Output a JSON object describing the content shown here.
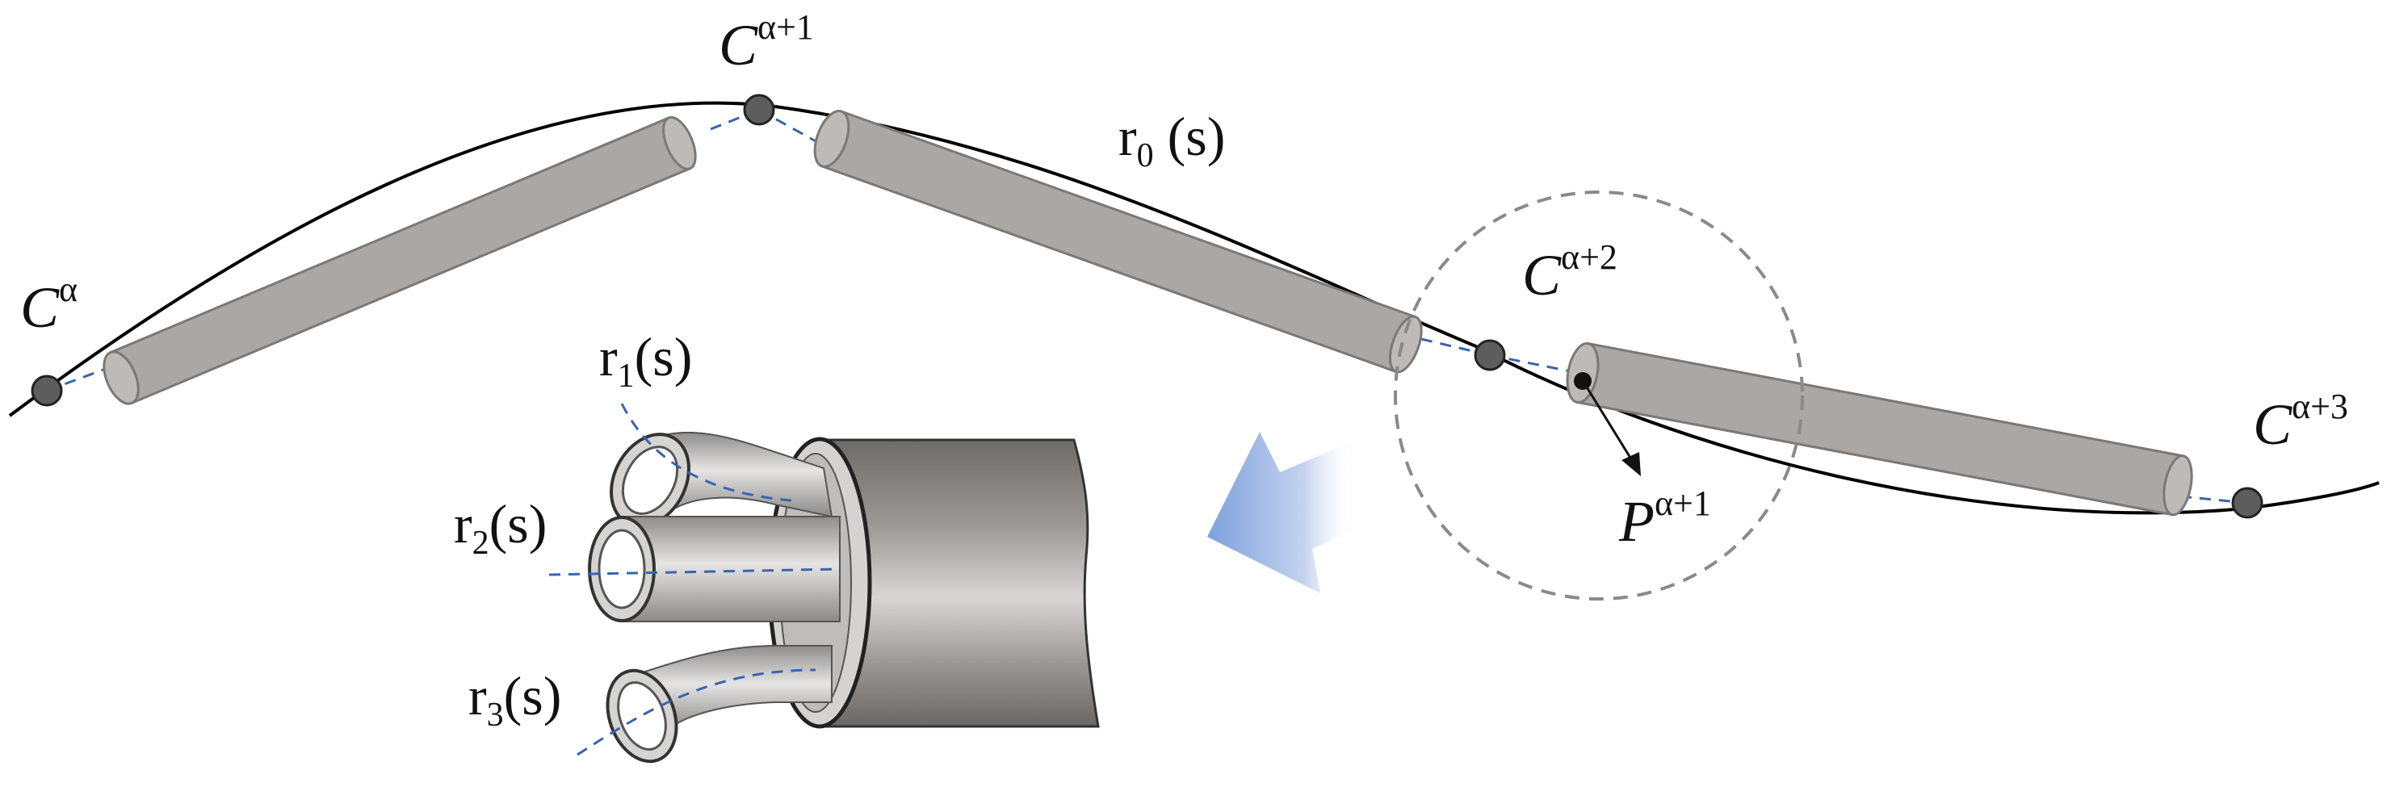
{
  "labels": {
    "c0": {
      "base": "C",
      "sup": "α"
    },
    "c1": {
      "base": "C",
      "sup": "α+1"
    },
    "c2": {
      "base": "C",
      "sup": "α+2"
    },
    "c3": {
      "base": "C",
      "sup": "α+3"
    },
    "p1": {
      "base": "P",
      "sup": "α+1"
    },
    "r0": {
      "base": "r",
      "sub": "0",
      "tail": " (s)"
    },
    "r1": {
      "base": "r",
      "sub": "1",
      "tail": "(s)"
    },
    "r2": {
      "base": "r",
      "sub": "2",
      "tail": "(s)"
    },
    "r3": {
      "base": "r",
      "sub": "3",
      "tail": "(s)"
    }
  },
  "colors": {
    "curve": "#000000",
    "dashed": "#3a63b0",
    "rod": "#aaa7a5",
    "rod_edge": "#7b7876",
    "node": "#5d5d5d",
    "arrow": "#7ea0dc",
    "zoom_circle": "#8a8a8a"
  }
}
